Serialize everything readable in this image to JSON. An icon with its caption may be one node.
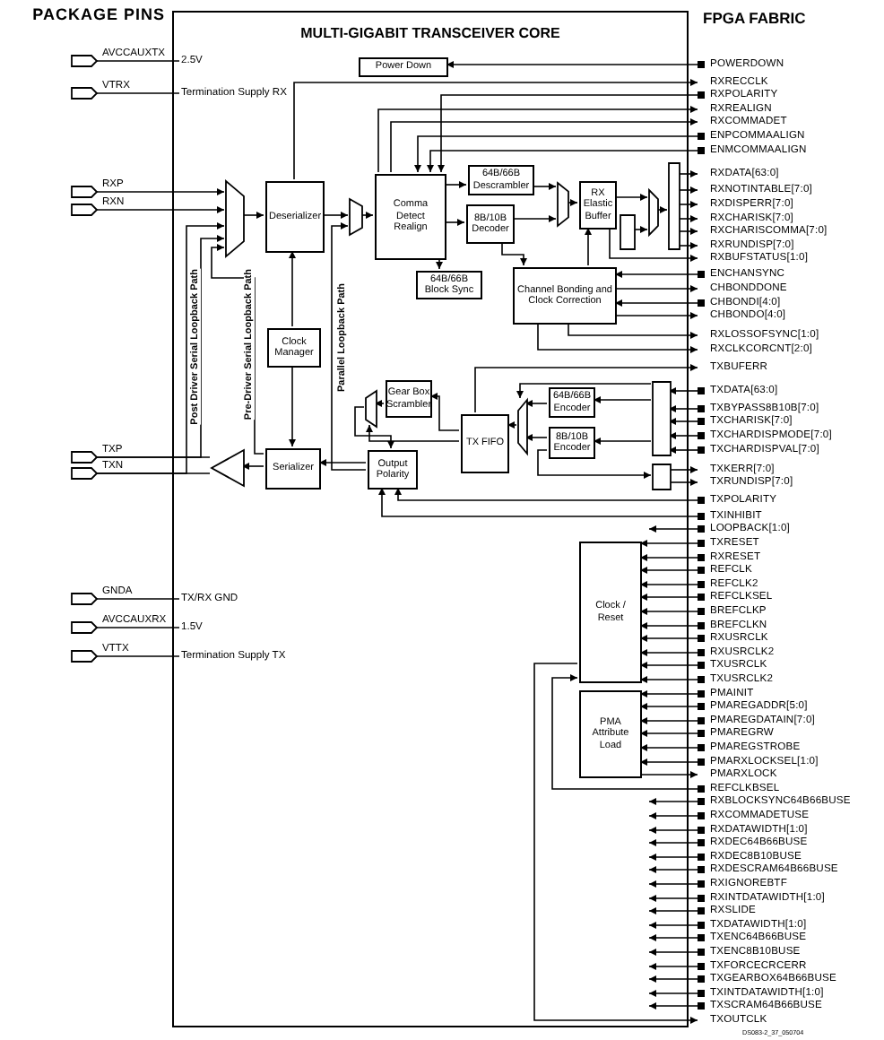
{
  "diagram": {
    "nodes": [
      {
        "text": [
          "MULTI-GIGABIT TRANSCEIVER CORE"
        ]
      },
      {
        "text": [],
        "shape": "box",
        "beside": [
          "AVCCAUXTX"
        ]
      },
      {
        "text": [],
        "shape": "box",
        "beside": [
          "VTRX"
        ]
      },
      {
        "text": [],
        "shape": "box",
        "beside": [
          "RXP"
        ]
      },
      {
        "text": [],
        "shape": "box",
        "beside": [
          "RXN"
        ]
      },
      {
        "text": [],
        "shape": "box",
        "beside": [
          "TXP"
        ]
      },
      {
        "text": [],
        "shape": "box",
        "beside": [
          "TXN"
        ]
      },
      {
        "text": [],
        "shape": "box",
        "beside": [
          "GNDA"
        ]
      },
      {
        "text": [],
        "shape": "box",
        "beside": [
          "AVCCAUXRX"
        ]
      },
      {
        "text": [],
        "shape": "box",
        "beside": [
          "VTTX"
        ]
      },
      {
        "text": [
          "2.5V"
        ],
        "in": 0
      },
      {
        "text": [
          "Termination Supply RX"
        ],
        "in": 0
      },
      {
        "text": [
          "TX/RX GND"
        ],
        "in": 0
      },
      {
        "text": [
          "1.5V"
        ],
        "in": 0
      },
      {
        "text": [
          "Termination Supply TX"
        ],
        "in": 0
      },
      {
        "text": [
          "Power Down"
        ],
        "in": 0
      },
      {
        "text": [],
        "shape": "trapezoid",
        "in": 0
      },
      {
        "text": [
          "Deserializer"
        ],
        "in": 0
      },
      {
        "text": [],
        "shape": "trapezoid",
        "in": 0
      },
      {
        "text": [
          "Comma Detect Realign"
        ],
        "in": 0
      },
      {
        "text": [
          "64B/66B Descrambler"
        ],
        "in": 0
      },
      {
        "text": [
          "8B/10B Decoder"
        ],
        "in": 0
      },
      {
        "text": [
          "64B/66B Block Sync"
        ],
        "in": 0
      },
      {
        "text": [],
        "shape": "trapezoid",
        "in": 0
      },
      {
        "text": [
          "RX Elastic Buffer"
        ],
        "in": 0
      },
      {
        "text": [],
        "shape": "box",
        "in": 0
      },
      {
        "text": [],
        "shape": "trapezoid",
        "in": 0
      },
      {
        "text": [],
        "shape": "bar",
        "in": 0
      },
      {
        "text": [
          "Channel Bonding and Clock Correction"
        ],
        "in": 0
      },
      {
        "text": [
          "Clock Manager"
        ],
        "in": 0
      },
      {
        "text": [],
        "shape": "triangle",
        "in": 0
      },
      {
        "text": [
          "Serializer"
        ],
        "in": 0
      },
      {
        "text": [
          "Output Polarity"
        ],
        "in": 0
      },
      {
        "text": [],
        "shape": "trapezoid",
        "in": 0
      },
      {
        "text": [
          "Gear Box Scrambler"
        ],
        "in": 0
      },
      {
        "text": [
          "TX FIFO"
        ],
        "in": 0
      },
      {
        "text": [],
        "shape": "trapezoid",
        "in": 0
      },
      {
        "text": [
          "64B/66B Encoder"
        ],
        "in": 0
      },
      {
        "text": [
          "8B/10B Encoder"
        ],
        "in": 0
      },
      {
        "text": [],
        "shape": "bar",
        "in": 0
      },
      {
        "text": [],
        "shape": "box",
        "in": 0
      },
      {
        "text": [
          "Clock / Reset"
        ],
        "in": 0
      },
      {
        "text": [
          "PMA Attribute Load"
        ],
        "in": 0
      },
      {
        "text": [
          "POWERDOWN"
        ]
      },
      {
        "text": [
          "RXRECCLK"
        ]
      },
      {
        "text": [
          "RXPOLARITY"
        ]
      },
      {
        "text": [
          "RXREALIGN"
        ]
      },
      {
        "text": [
          "RXCOMMADET"
        ]
      },
      {
        "text": [
          "ENPCOMMAALIGN"
        ]
      },
      {
        "text": [
          "ENMCOMMAALIGN"
        ]
      },
      {
        "text": [
          "RXDATA[63:0]"
        ]
      },
      {
        "text": [
          "RXNOTINTABLE[7:0]"
        ]
      },
      {
        "text": [
          "RXDISPERR[7:0]"
        ]
      },
      {
        "text": [
          "RXCHARISK[7:0]"
        ]
      },
      {
        "text": [
          "RXCHARISCOMMA[7:0]"
        ]
      },
      {
        "text": [
          "RXRUNDISP[7:0]"
        ]
      },
      {
        "text": [
          "RXBUFSTATUS[1:0]"
        ]
      },
      {
        "text": [
          "ENCHANSYNC"
        ]
      },
      {
        "text": [
          "CHBONDDONE"
        ]
      },
      {
        "text": [
          "CHBONDI[4:0]"
        ]
      },
      {
        "text": [
          "CHBONDO[4:0]"
        ]
      },
      {
        "text": [
          "RXLOSSOFSYNC[1:0]"
        ]
      },
      {
        "text": [
          "RXCLKCORCNT[2:0]"
        ]
      },
      {
        "text": [
          "TXBUFERR"
        ]
      },
      {
        "text": [
          "TXDATA[63:0]"
        ]
      },
      {
        "text": [
          "TXBYPASS8B10B[7:0]"
        ]
      },
      {
        "text": [
          "TXCHARISK[7:0]"
        ]
      },
      {
        "text": [
          "TXCHARDISPMODE[7:0]"
        ]
      },
      {
        "text": [
          "TXCHARDISPVAL[7:0]"
        ]
      },
      {
        "text": [
          "TXKERR[7:0]"
        ]
      },
      {
        "text": [
          "TXRUNDISP[7:0]"
        ]
      },
      {
        "text": [
          "TXPOLARITY"
        ]
      },
      {
        "text": [
          "TXINHIBIT"
        ]
      },
      {
        "text": [
          "LOOPBACK[1:0]"
        ]
      },
      {
        "text": [
          "TXRESET"
        ]
      },
      {
        "text": [
          "RXRESET"
        ]
      },
      {
        "text": [
          "REFCLK"
        ]
      },
      {
        "text": [
          "REFCLK2"
        ]
      },
      {
        "text": [
          "REFCLKSEL"
        ]
      },
      {
        "text": [
          "BREFCLKP"
        ]
      },
      {
        "text": [
          "BREFCLKN"
        ]
      },
      {
        "text": [
          "RXUSRCLK"
        ]
      },
      {
        "text": [
          "RXUSRCLK2"
        ]
      },
      {
        "text": [
          "TXUSRCLK"
        ]
      },
      {
        "text": [
          "TXUSRCLK2"
        ]
      },
      {
        "text": [
          "PMAINIT"
        ]
      },
      {
        "text": [
          "PMAREGADDR[5:0]"
        ]
      },
      {
        "text": [
          "PMAREGDATAIN[7:0]"
        ]
      },
      {
        "text": [
          "PMAREGRW"
        ]
      },
      {
        "text": [
          "PMAREGSTROBE"
        ]
      },
      {
        "text": [
          "PMARXLOCKSEL[1:0]"
        ]
      },
      {
        "text": [
          "PMARXLOCK"
        ]
      },
      {
        "text": [
          "REFCLKBSEL"
        ]
      },
      {
        "text": [
          "RXBLOCKSYNC64B66BUSE"
        ]
      },
      {
        "text": [
          "RXCOMMADETUSE"
        ]
      },
      {
        "text": [
          "RXDATAWIDTH[1:0]"
        ]
      },
      {
        "text": [
          "RXDEC64B66BUSE"
        ]
      },
      {
        "text": [
          "RXDEC8B10BUSE"
        ]
      },
      {
        "text": [
          "RXDESCRAM64B66BUSE"
        ]
      },
      {
        "text": [
          "RXIGNOREBTF"
        ]
      },
      {
        "text": [
          "RXINTDATAWIDTH[1:0]"
        ]
      },
      {
        "text": [
          "RXSLIDE"
        ]
      },
      {
        "text": [
          "TXDATAWIDTH[1:0]"
        ]
      },
      {
        "text": [
          "TXENC64B66BUSE"
        ]
      },
      {
        "text": [
          "TXENC8B10BUSE"
        ]
      },
      {
        "text": [
          "TXFORCECRCERR"
        ]
      },
      {
        "text": [
          "TXGEARBOX64B66BUSE"
        ]
      },
      {
        "text": [
          "TXINTDATAWIDTH[1:0]"
        ]
      },
      {
        "text": [
          "TXSCRAM64B66BUSE"
        ]
      },
      {
        "text": [
          "TXOUTCLK"
        ]
      }
    ],
    "edges": [
      {
        "from": 1,
        "to": 10,
        "arrow": "none"
      },
      {
        "from": 2,
        "to": 11,
        "arrow": "none"
      },
      {
        "from": 7,
        "to": 12,
        "arrow": "none"
      },
      {
        "from": 8,
        "to": 13,
        "arrow": "none"
      },
      {
        "from": 9,
        "to": 14,
        "arrow": "none"
      },
      {
        "from": 3,
        "to": 16,
        "arrow": "to"
      },
      {
        "from": 4,
        "to": 16,
        "arrow": "to"
      },
      {
        "from": 16,
        "to": 17,
        "arrow": "to"
      },
      {
        "from": 17,
        "to": 18,
        "arrow": "to"
      },
      {
        "from": 18,
        "to": 19,
        "arrow": "to"
      },
      {
        "from": 17,
        "to": 44,
        "arrow": "to"
      },
      {
        "from": 29,
        "to": 17,
        "arrow": "to"
      },
      {
        "from": 29,
        "to": 31,
        "arrow": "to"
      },
      {
        "from": 5,
        "to": 16,
        "arrow": "to"
      },
      {
        "from": 6,
        "to": 16,
        "arrow": "to"
      },
      {
        "from": 31,
        "to": 16,
        "arrow": "to"
      },
      {
        "from": 32,
        "to": 18,
        "arrow": "to"
      },
      {
        "from": 31,
        "to": 30,
        "arrow": "to"
      },
      {
        "from": 30,
        "to": 5,
        "arrow": "none"
      },
      {
        "from": 30,
        "to": 6,
        "arrow": "none"
      },
      {
        "from": 32,
        "to": 31,
        "arrow": "to"
      },
      {
        "from": 43,
        "to": 15,
        "arrow": "to"
      },
      {
        "from": 45,
        "to": 19,
        "arrow": "to"
      },
      {
        "from": 19,
        "to": 46,
        "arrow": "to"
      },
      {
        "from": 19,
        "to": 47,
        "arrow": "to"
      },
      {
        "from": 48,
        "to": 19,
        "arrow": "to"
      },
      {
        "from": 49,
        "to": 19,
        "arrow": "to"
      },
      {
        "from": 19,
        "to": 22,
        "arrow": "to"
      },
      {
        "from": 19,
        "to": 20,
        "arrow": "to"
      },
      {
        "from": 19,
        "to": 21,
        "arrow": "to"
      },
      {
        "from": 20,
        "to": 23,
        "arrow": "to"
      },
      {
        "from": 21,
        "to": 23,
        "arrow": "to"
      },
      {
        "from": 23,
        "to": 24,
        "arrow": "to"
      },
      {
        "from": 24,
        "to": 26,
        "arrow": "to"
      },
      {
        "from": 25,
        "to": 26,
        "arrow": "to"
      },
      {
        "from": 26,
        "to": 27,
        "arrow": "to"
      },
      {
        "from": 27,
        "to": 50,
        "arrow": "to"
      },
      {
        "from": 27,
        "to": 51,
        "arrow": "to"
      },
      {
        "from": 27,
        "to": 52,
        "arrow": "to"
      },
      {
        "from": 27,
        "to": 53,
        "arrow": "to"
      },
      {
        "from": 27,
        "to": 54,
        "arrow": "to"
      },
      {
        "from": 27,
        "to": 55,
        "arrow": "to"
      },
      {
        "from": 24,
        "to": 56,
        "arrow": "to"
      },
      {
        "from": 57,
        "to": 28,
        "arrow": "to"
      },
      {
        "from": 28,
        "to": 58,
        "arrow": "to"
      },
      {
        "from": 59,
        "to": 28,
        "arrow": "to"
      },
      {
        "from": 28,
        "to": 60,
        "arrow": "to"
      },
      {
        "from": 28,
        "to": 61,
        "arrow": "to"
      },
      {
        "from": 28,
        "to": 62,
        "arrow": "to"
      },
      {
        "from": 28,
        "to": 24,
        "arrow": "to"
      },
      {
        "from": 21,
        "to": 28,
        "arrow": "to"
      },
      {
        "from": 35,
        "to": 63,
        "arrow": "to"
      },
      {
        "from": 64,
        "to": 39,
        "arrow": "to"
      },
      {
        "from": 65,
        "to": 39,
        "arrow": "to"
      },
      {
        "from": 66,
        "to": 39,
        "arrow": "to"
      },
      {
        "from": 67,
        "to": 39,
        "arrow": "to"
      },
      {
        "from": 68,
        "to": 39,
        "arrow": "to"
      },
      {
        "from": 39,
        "to": 37,
        "arrow": "to"
      },
      {
        "from": 39,
        "to": 38,
        "arrow": "to"
      },
      {
        "from": 39,
        "to": 36,
        "arrow": "to"
      },
      {
        "from": 37,
        "to": 36,
        "arrow": "to"
      },
      {
        "from": 38,
        "to": 36,
        "arrow": "to"
      },
      {
        "from": 36,
        "to": 35,
        "arrow": "to"
      },
      {
        "from": 35,
        "to": 34,
        "arrow": "to"
      },
      {
        "from": 35,
        "to": 33,
        "arrow": "to"
      },
      {
        "from": 34,
        "to": 33,
        "arrow": "to"
      },
      {
        "from": 33,
        "to": 32,
        "arrow": "to"
      },
      {
        "from": 38,
        "to": 40,
        "arrow": "to"
      },
      {
        "from": 40,
        "to": 69,
        "arrow": "to"
      },
      {
        "from": 40,
        "to": 70,
        "arrow": "to"
      },
      {
        "from": 71,
        "to": 32,
        "arrow": "to"
      },
      {
        "from": 72,
        "to": 32,
        "arrow": "to"
      },
      {
        "from": 73,
        "to": 0,
        "arrow": "to"
      },
      {
        "from": 74,
        "to": 41,
        "arrow": "to"
      },
      {
        "from": 75,
        "to": 41,
        "arrow": "to"
      },
      {
        "from": 76,
        "to": 41,
        "arrow": "to"
      },
      {
        "from": 77,
        "to": 41,
        "arrow": "to"
      },
      {
        "from": 78,
        "to": 41,
        "arrow": "to"
      },
      {
        "from": 79,
        "to": 41,
        "arrow": "to"
      },
      {
        "from": 80,
        "to": 41,
        "arrow": "to"
      },
      {
        "from": 81,
        "to": 41,
        "arrow": "to"
      },
      {
        "from": 82,
        "to": 41,
        "arrow": "to"
      },
      {
        "from": 83,
        "to": 41,
        "arrow": "to"
      },
      {
        "from": 84,
        "to": 41,
        "arrow": "to"
      },
      {
        "from": 85,
        "to": 42,
        "arrow": "to"
      },
      {
        "from": 86,
        "to": 42,
        "arrow": "to"
      },
      {
        "from": 87,
        "to": 42,
        "arrow": "to"
      },
      {
        "from": 88,
        "to": 42,
        "arrow": "to"
      },
      {
        "from": 89,
        "to": 42,
        "arrow": "to"
      },
      {
        "from": 90,
        "to": 42,
        "arrow": "to"
      },
      {
        "from": 42,
        "to": 91,
        "arrow": "to"
      },
      {
        "from": 92,
        "to": 41,
        "arrow": "to"
      },
      {
        "from": 93,
        "to": 0,
        "arrow": "to"
      },
      {
        "from": 94,
        "to": 0,
        "arrow": "to"
      },
      {
        "from": 95,
        "to": 0,
        "arrow": "to"
      },
      {
        "from": 96,
        "to": 0,
        "arrow": "to"
      },
      {
        "from": 97,
        "to": 0,
        "arrow": "to"
      },
      {
        "from": 98,
        "to": 0,
        "arrow": "to"
      },
      {
        "from": 99,
        "to": 0,
        "arrow": "to"
      },
      {
        "from": 100,
        "to": 0,
        "arrow": "to"
      },
      {
        "from": 101,
        "to": 0,
        "arrow": "to"
      },
      {
        "from": 102,
        "to": 0,
        "arrow": "to"
      },
      {
        "from": 103,
        "to": 0,
        "arrow": "to"
      },
      {
        "from": 104,
        "to": 0,
        "arrow": "to"
      },
      {
        "from": 105,
        "to": 0,
        "arrow": "to"
      },
      {
        "from": 106,
        "to": 0,
        "arrow": "to"
      },
      {
        "from": 107,
        "to": 0,
        "arrow": "to"
      },
      {
        "from": 108,
        "to": 0,
        "arrow": "to"
      },
      {
        "from": 41,
        "to": 109,
        "arrow": "to"
      }
    ],
    "labels": [
      "PACKAGE PINS",
      "FPGA FABRIC",
      "Post Driver Serial Loopback Path",
      "Pre-Driver Serial Loopback Path",
      "Parallel Loopback Path",
      "DS083-2_37_050704"
    ]
  }
}
